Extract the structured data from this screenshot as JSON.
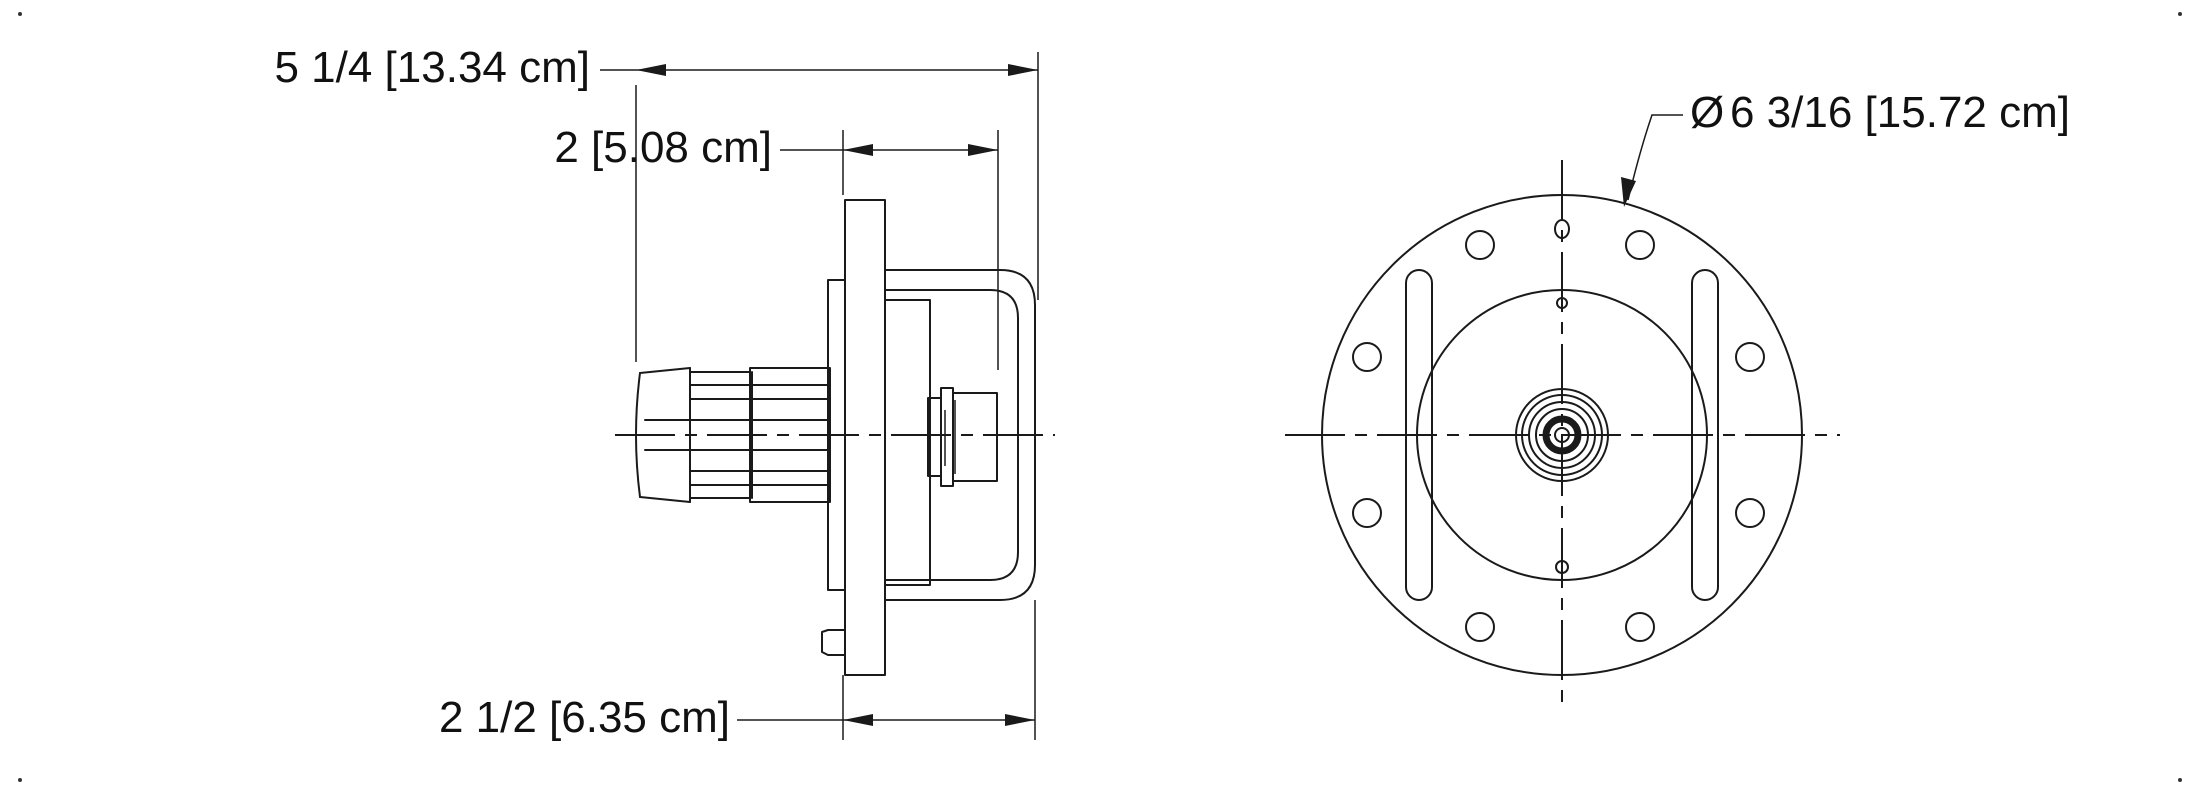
{
  "dimensions": {
    "overall_length": "5 1/4 [13.34 cm]",
    "handle_depth": "2 [5.08 cm]",
    "flange_to_handle": "2 1/2 [6.35 cm]",
    "diameter_value": "6 3/16 [15.72 cm]"
  },
  "symbols": {
    "diameter": "Ø"
  }
}
